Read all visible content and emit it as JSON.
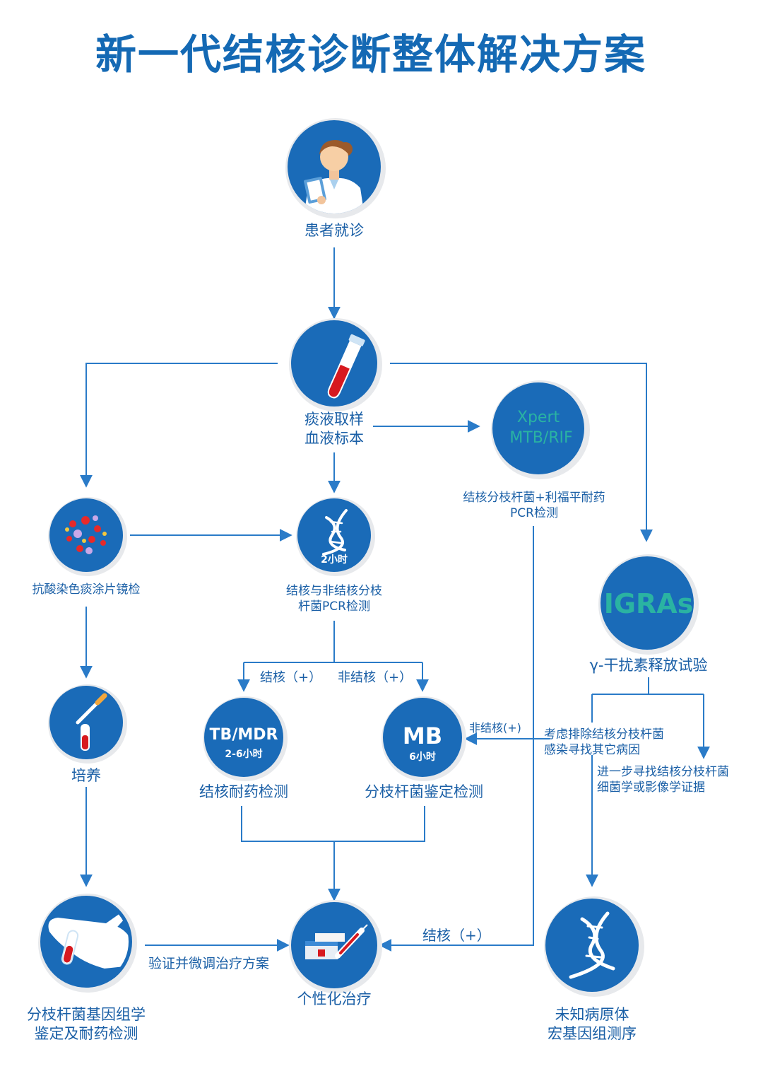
{
  "title": "新一代结核诊断整体解决方案",
  "colors": {
    "primary": "#1469b4",
    "text": "#1a5fa6",
    "circle": "#1a6bb8",
    "accent_green": "#2ab3a2",
    "line": "#2a7bc8"
  },
  "nodes": {
    "patient": {
      "label": "患者就诊",
      "icon": "doctor-with-clipboard"
    },
    "sample": {
      "label_lines": [
        "痰液取样",
        "血液标本"
      ],
      "icon": "blood-test-tube"
    },
    "xpert": {
      "circle_lines": [
        "Xpert",
        "MTB/RIF"
      ],
      "label_lines": [
        "结核分枝杆菌+利福平耐药",
        "PCR检测"
      ]
    },
    "smear": {
      "label": "抗酸染色痰涂片镜检",
      "icon": "bacteria-microscopy"
    },
    "pcr": {
      "circle_text": "2小时",
      "label_lines": [
        "结核与非结核分枝",
        "杆菌PCR检测"
      ],
      "icon": "dna-helix"
    },
    "igras": {
      "circle_text": "IGRAs",
      "label": "γ-干扰素释放试验"
    },
    "culture": {
      "label": "培养",
      "icon": "pipette-and-tube"
    },
    "tbmdr": {
      "circle_title": "TB/MDR",
      "circle_sub": "2-6小时",
      "label": "结核耐药检测"
    },
    "mb": {
      "circle_title": "MB",
      "circle_sub": "6小时",
      "label": "分枝杆菌鉴定检测"
    },
    "consider": {
      "label_lines": [
        "考虑排除结核分枝杆菌",
        "感染寻找其它病因"
      ]
    },
    "further": {
      "label_lines": [
        "进一步寻找结核分枝杆菌",
        "细菌学或影像学证据"
      ]
    },
    "genomics": {
      "label_lines": [
        "分枝杆菌基因组学",
        "鉴定及耐药检测"
      ],
      "icon": "gloved-hand-with-tube"
    },
    "treatment": {
      "label": "个性化治疗",
      "icon": "medicine-and-syringe"
    },
    "unknown": {
      "label_lines": [
        "未知病原体",
        "宏基因组测序"
      ],
      "icon": "dna-helix"
    }
  },
  "edges": {
    "tb_positive_left": "结核（+）",
    "ntm_positive": "非结核（+）",
    "ntm_positive_right": "非结核(+)",
    "verify": "验证并微调治疗方案",
    "tb_positive_bottom": "结核（+）"
  }
}
